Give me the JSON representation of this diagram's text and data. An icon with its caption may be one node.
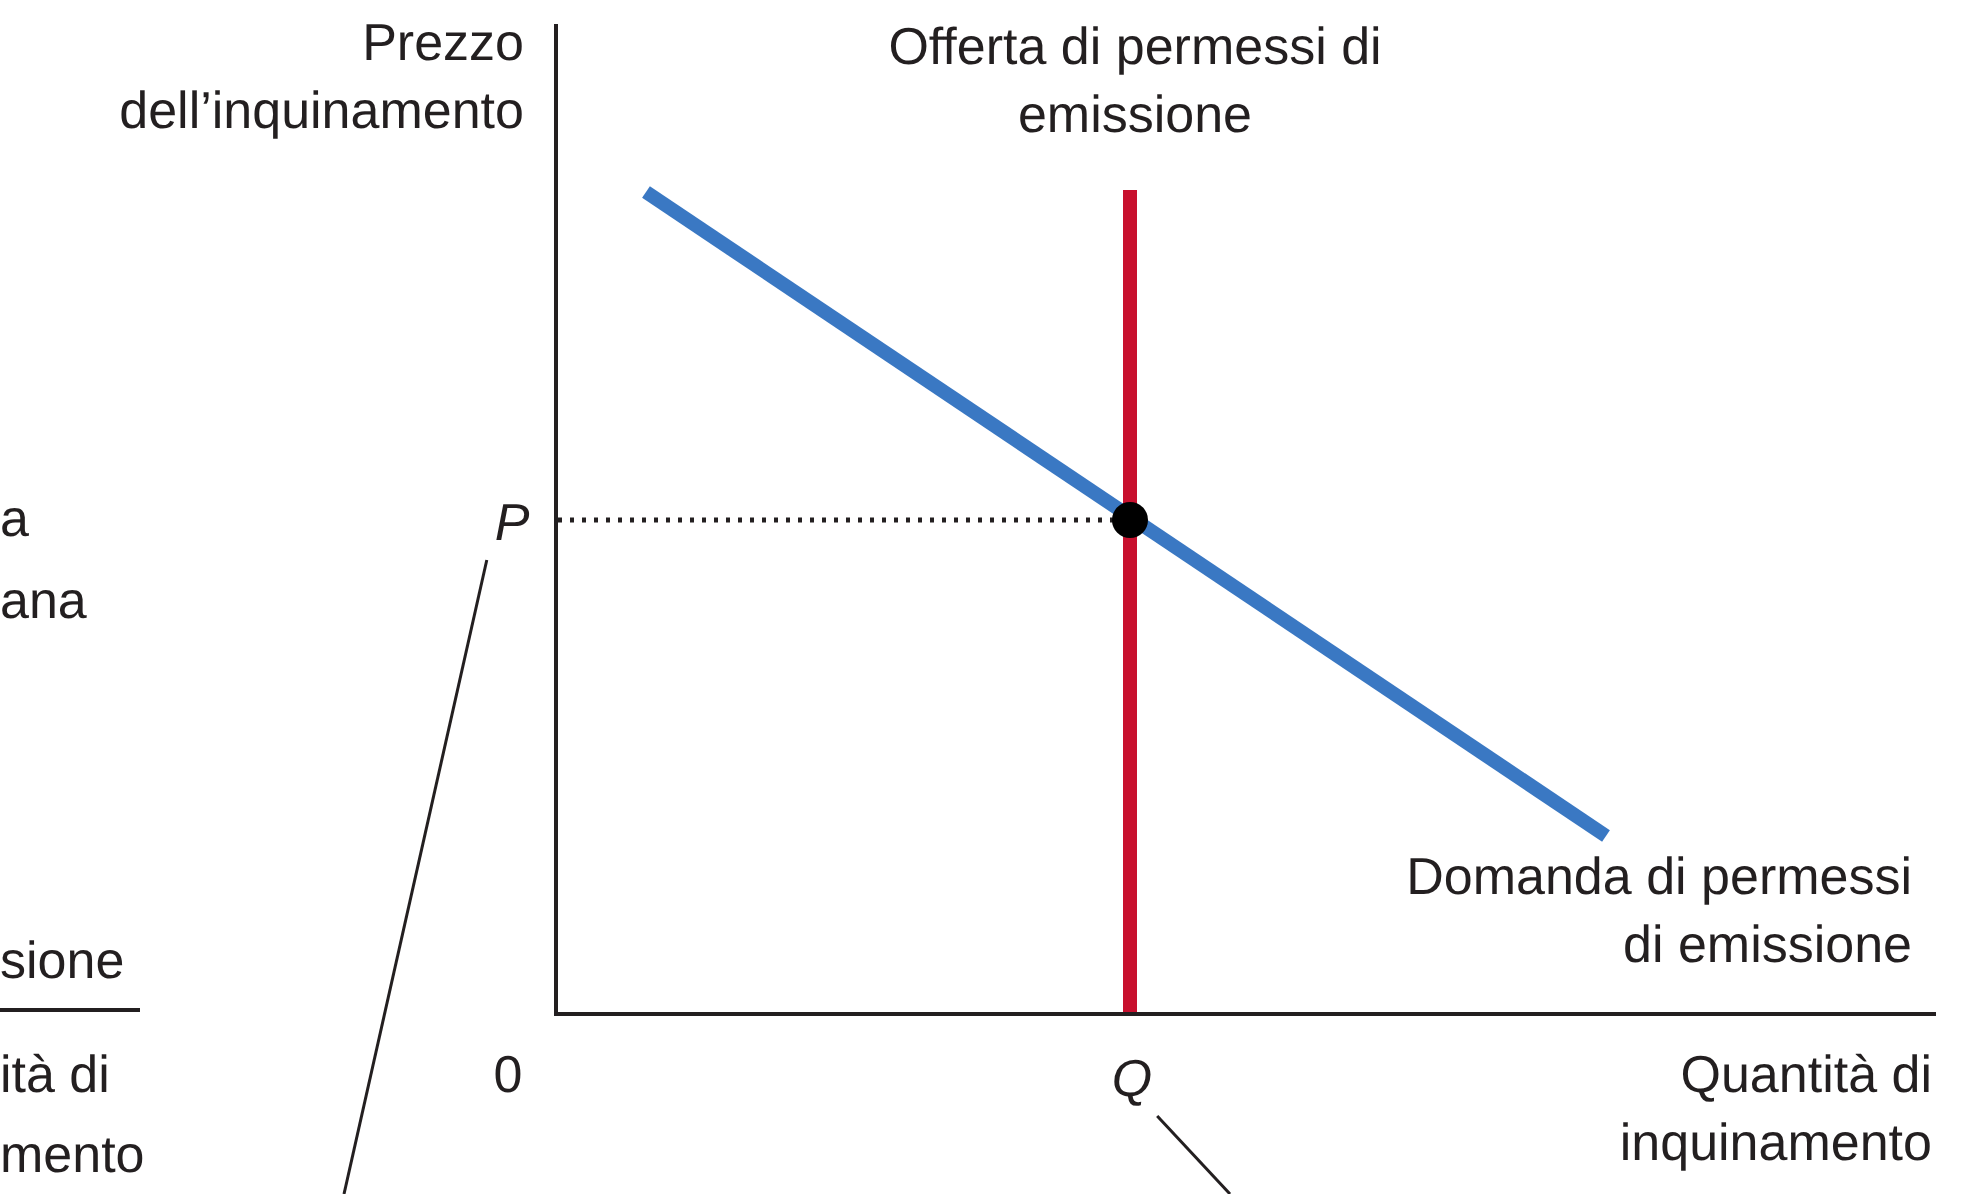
{
  "diagram": {
    "nodes": [
      {
        "text": [
          "P"
        ]
      },
      {
        "text": [
          "Q"
        ]
      }
    ],
    "edges": [
      {
        "from": 0,
        "to": null,
        "arrow": "none"
      },
      {
        "from": 1,
        "to": null,
        "arrow": "none"
      }
    ],
    "labels": [
      "Prezzo dell’inquinamento",
      "Offerta di permessi di emissione",
      "a",
      "ana",
      "Domanda di permessi di emissione",
      "sione",
      "ità di",
      "0",
      "Quantità di inquinamento",
      "mento"
    ]
  }
}
